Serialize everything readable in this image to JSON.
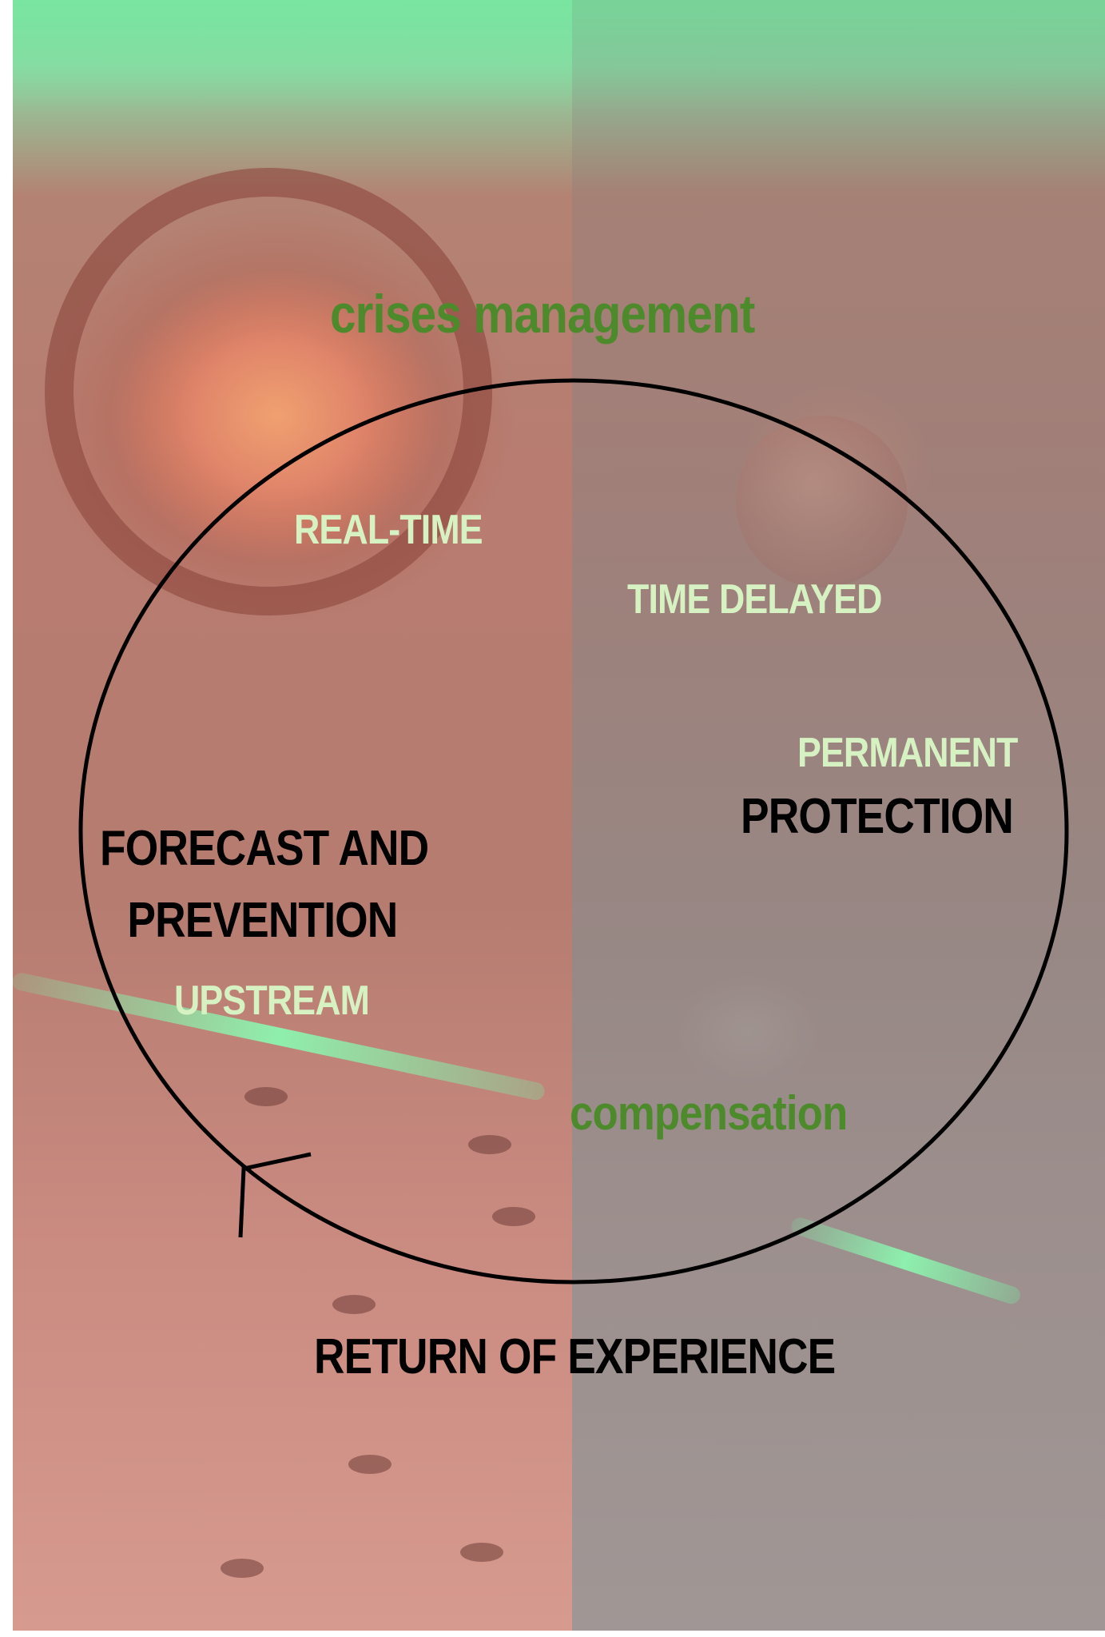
{
  "diagram": {
    "top_label": "crises management",
    "phase_labels": {
      "real_time": "REAL-TIME",
      "time_delayed": "TIME DELAYED",
      "permanent": "PERMANENT",
      "upstream": "UPSTREAM"
    },
    "stage_labels": {
      "protection": "PROTECTION",
      "forecast_line1": "FORECAST AND",
      "forecast_line2": "PREVENTION",
      "compensation": "compensation"
    },
    "bottom_label": "RETURN OF EXPERIENCE"
  },
  "colors": {
    "green_label": "#4d8a2c",
    "pale_label": "#d6f2c2",
    "black_label": "#000000",
    "cycle_stroke": "#000000"
  }
}
